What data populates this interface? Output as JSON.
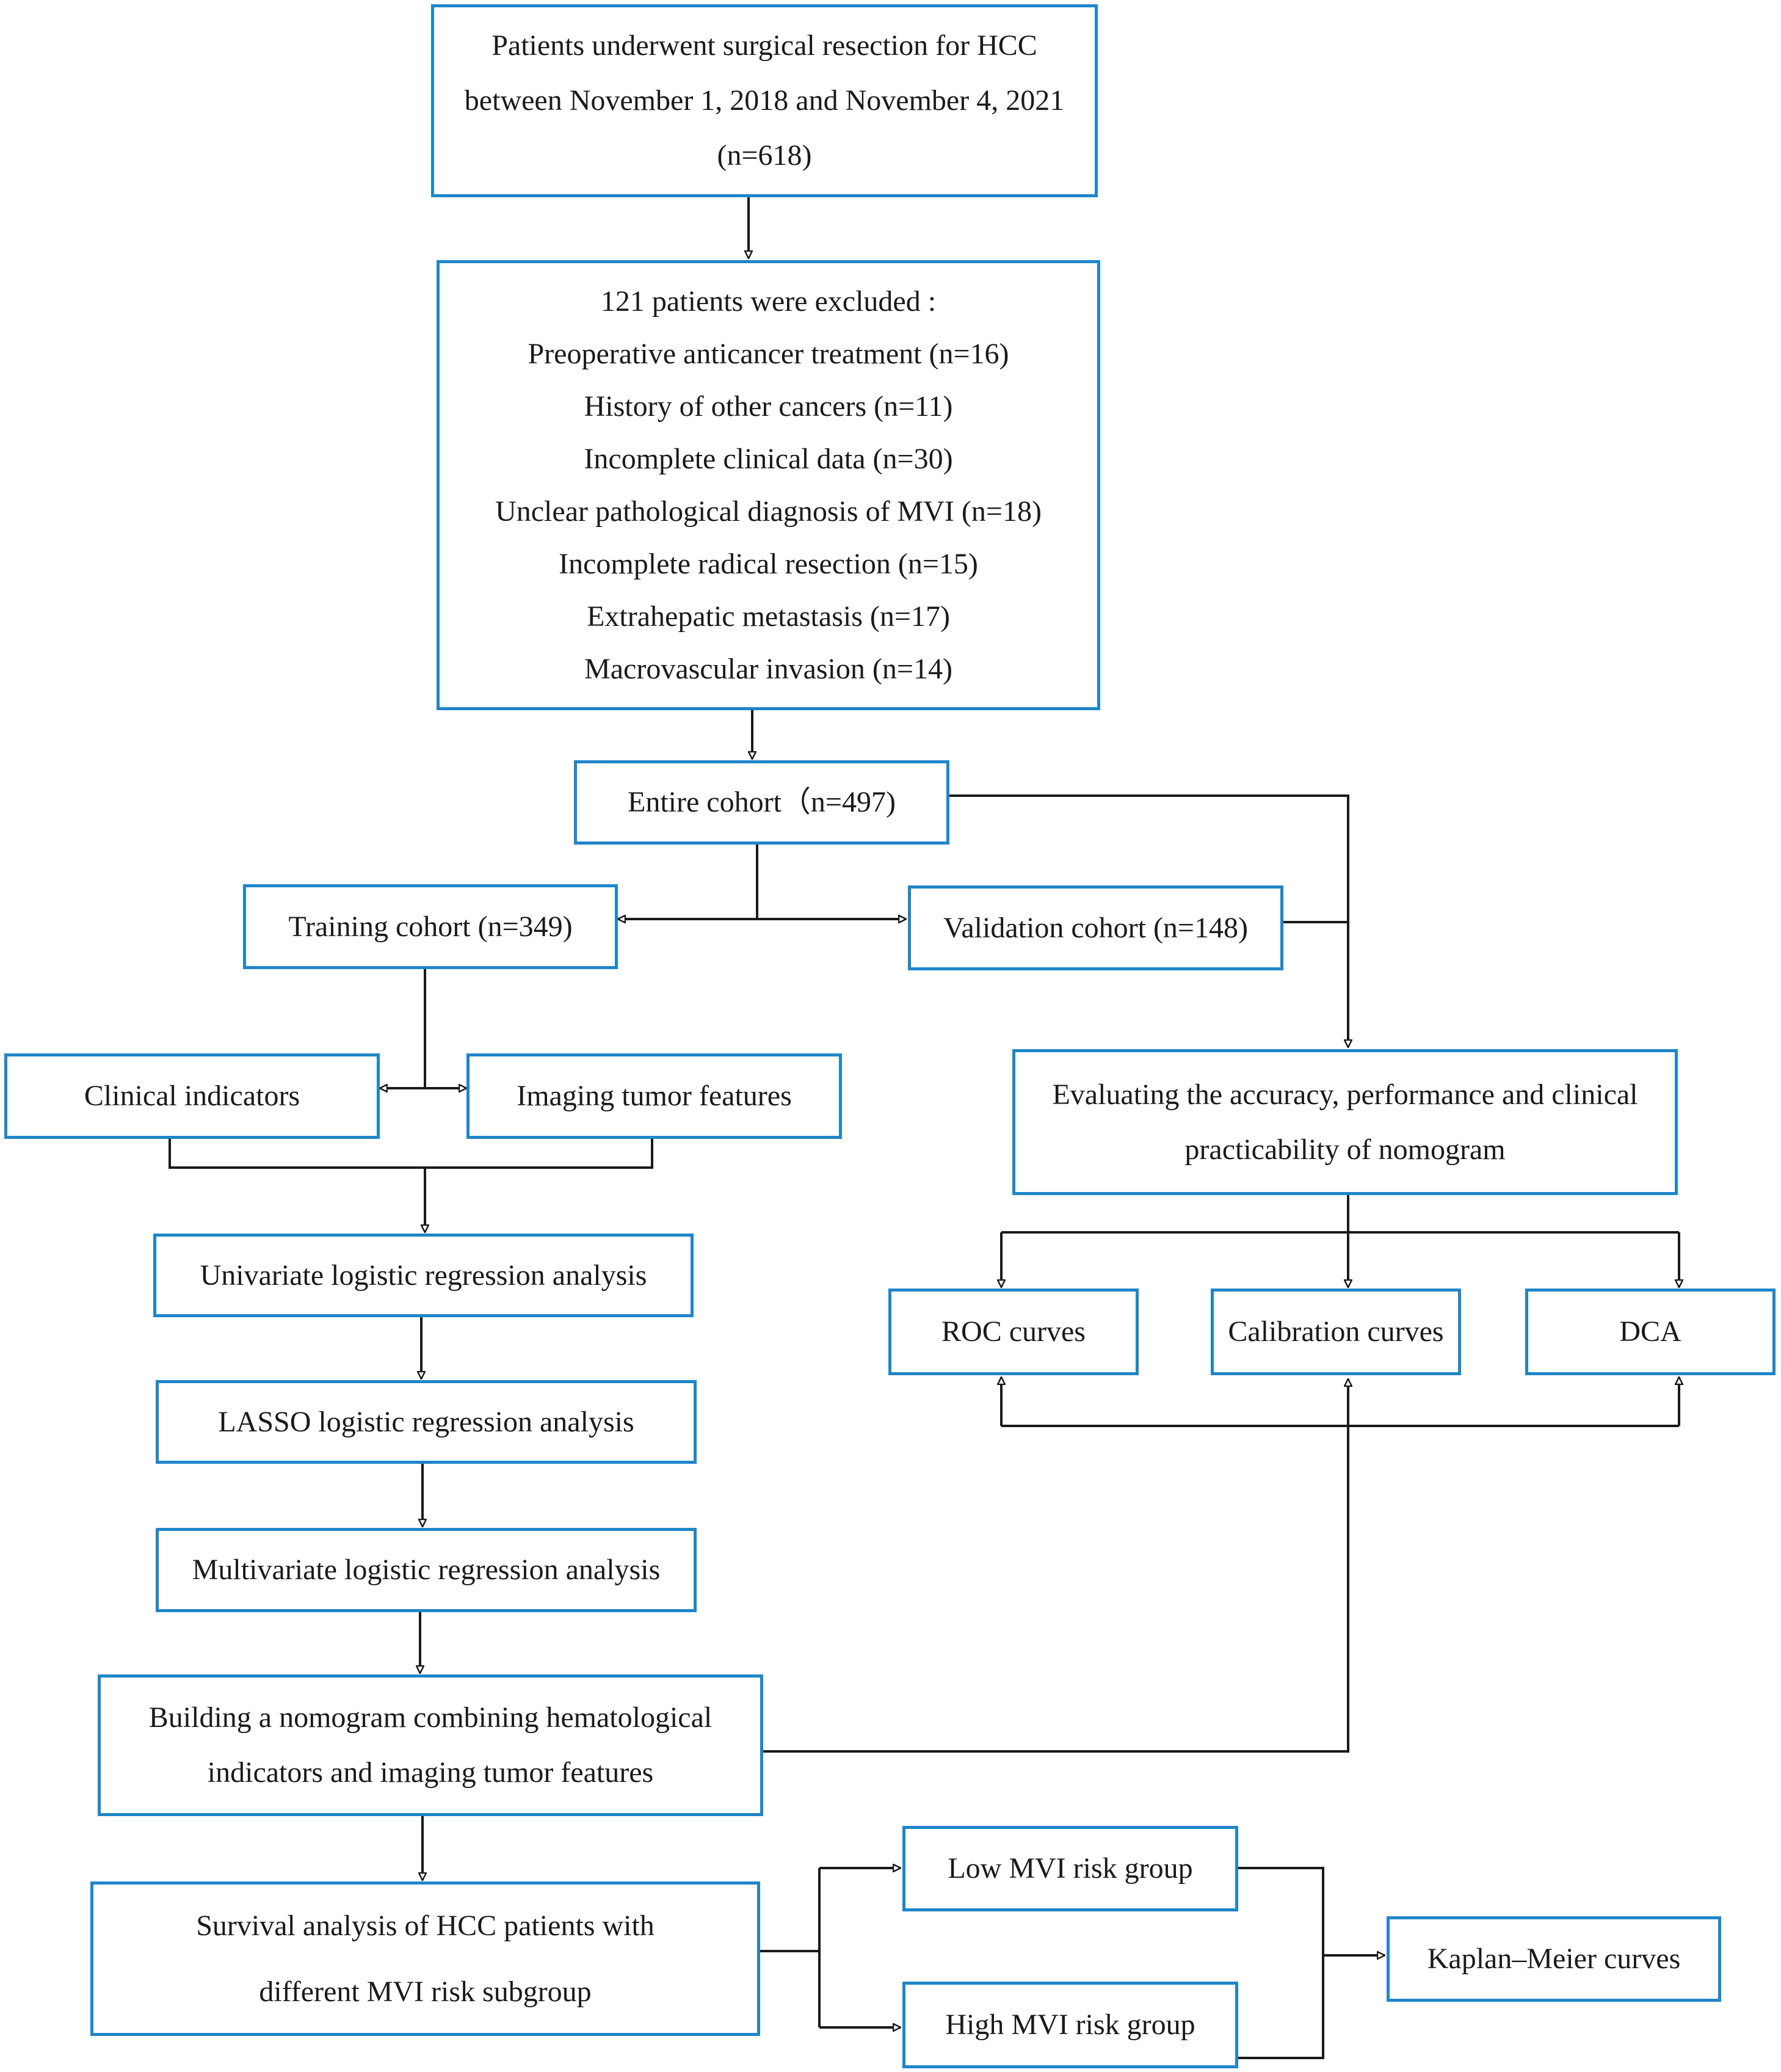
{
  "boxes": {
    "patients": {
      "lines": [
        "Patients underwent surgical resection for HCC",
        "between November 1, 2018 and November 4, 2021",
        "(n=618)"
      ]
    },
    "excluded": {
      "lines": [
        "121 patients were excluded :",
        "Preoperative anticancer treatment (n=16)",
        "History of other cancers (n=11)",
        "Incomplete clinical data (n=30)",
        "Unclear pathological diagnosis of MVI (n=18)",
        "Incomplete radical resection (n=15)",
        "Extrahepatic metastasis (n=17)",
        "Macrovascular invasion (n=14)"
      ]
    },
    "entire": {
      "lines": [
        "Entire cohort（n=497)"
      ]
    },
    "training": {
      "lines": [
        "Training cohort (n=349)"
      ]
    },
    "validation": {
      "lines": [
        "Validation cohort (n=148)"
      ]
    },
    "clinical": {
      "lines": [
        "Clinical indicators"
      ]
    },
    "imaging": {
      "lines": [
        "Imaging tumor features"
      ]
    },
    "univariate": {
      "lines": [
        "Univariate logistic regression analysis"
      ]
    },
    "lasso": {
      "lines": [
        "LASSO logistic regression analysis"
      ]
    },
    "multivariate": {
      "lines": [
        "Multivariate logistic regression analysis"
      ]
    },
    "nomogram": {
      "lines": [
        "Building a nomogram combining hematological",
        "indicators and imaging tumor features"
      ]
    },
    "survival": {
      "lines": [
        "Survival analysis of HCC patients with",
        "different MVI risk subgroup"
      ]
    },
    "evaluating": {
      "lines": [
        "Evaluating the accuracy, performance and clinical",
        "practicability of nomogram"
      ]
    },
    "roc": {
      "lines": [
        "ROC curves"
      ]
    },
    "calibration": {
      "lines": [
        "Calibration curves"
      ]
    },
    "dca": {
      "lines": [
        "DCA"
      ]
    },
    "low": {
      "lines": [
        "Low MVI risk group"
      ]
    },
    "high": {
      "lines": [
        "High MVI risk group"
      ]
    },
    "km": {
      "lines": [
        "Kaplan–Meier curves"
      ]
    }
  },
  "colors": {
    "box_border": "#1f86c8",
    "connector": "#1a1a1a",
    "text": "#1a1a1a"
  }
}
